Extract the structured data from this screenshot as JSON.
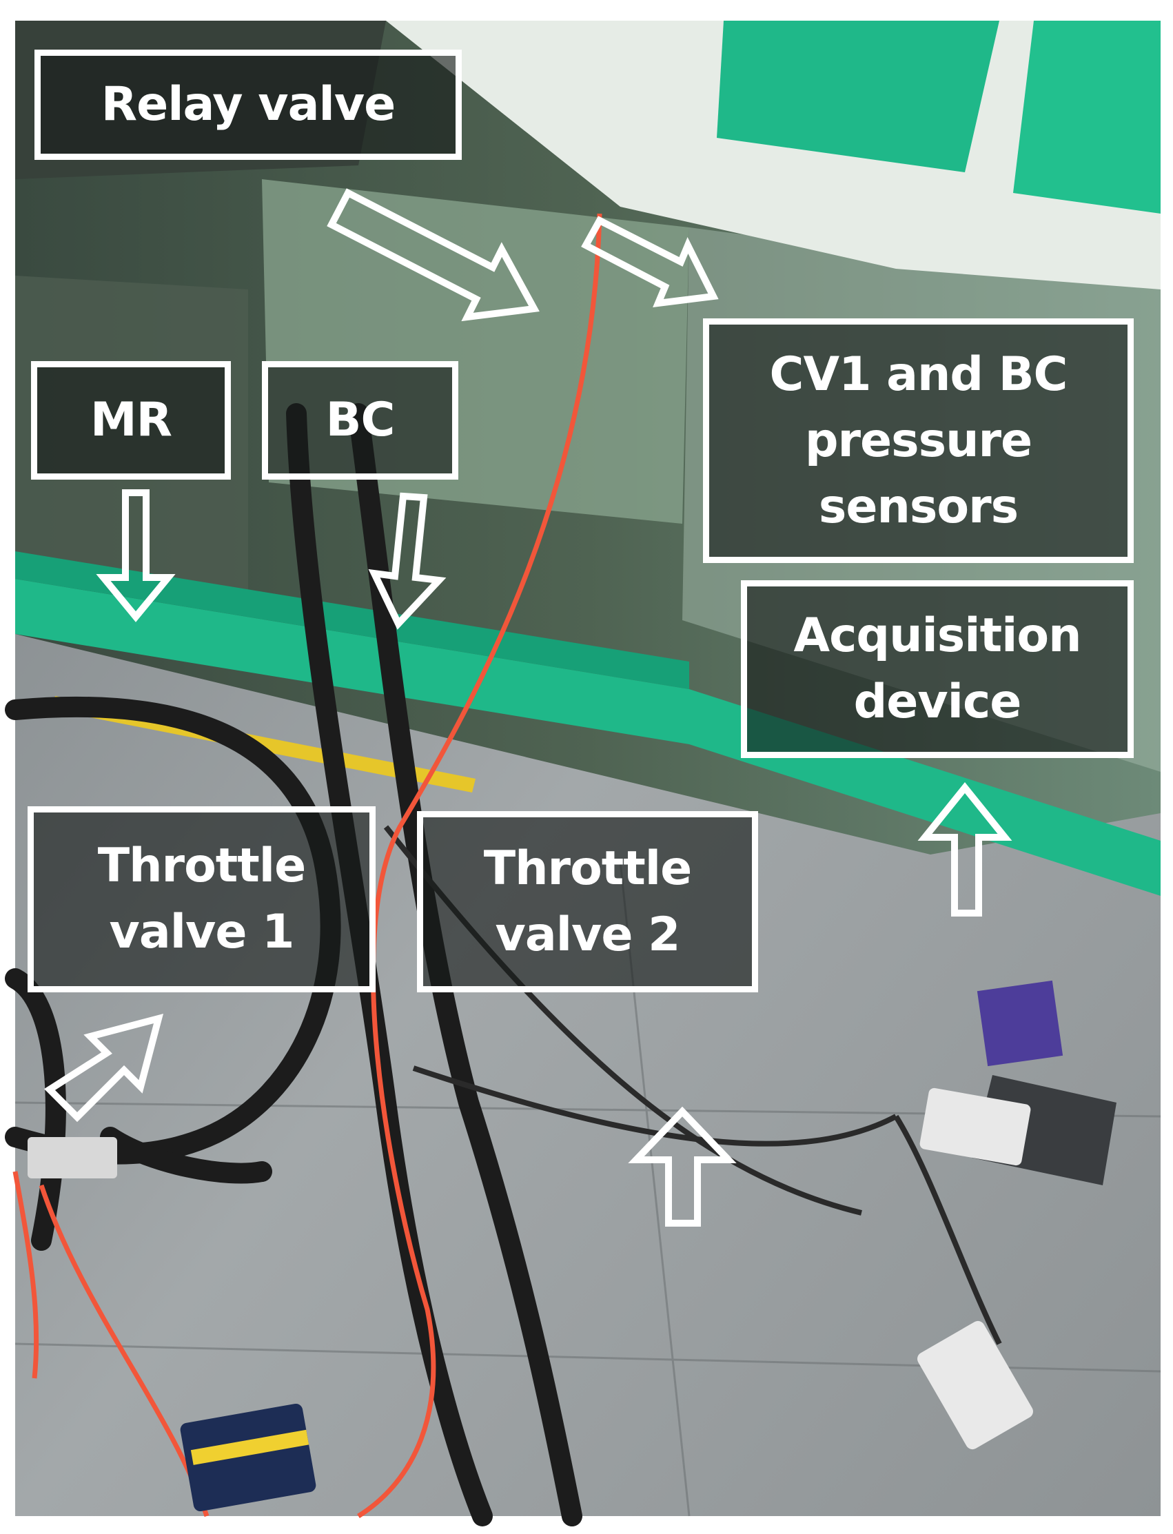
{
  "labels": {
    "relay_valve": "Relay valve",
    "mr": "MR",
    "bc": "BC",
    "cv1_bc_sensors": "CV1 and BC\npressure\nsensors",
    "acquisition_device": "Acquisition\ndevice",
    "throttle_valve_1": "Throttle\nvalve 1",
    "throttle_valve_2": "Throttle\nvalve 2"
  },
  "colors": {
    "floor": "#8a8f92",
    "rack_green": "#1fb889",
    "rack_frame": "#d9e2dc",
    "cable_orange": "#f2563a",
    "hose_black": "#1c1c1c",
    "arrow_outline": "#ffffff"
  }
}
